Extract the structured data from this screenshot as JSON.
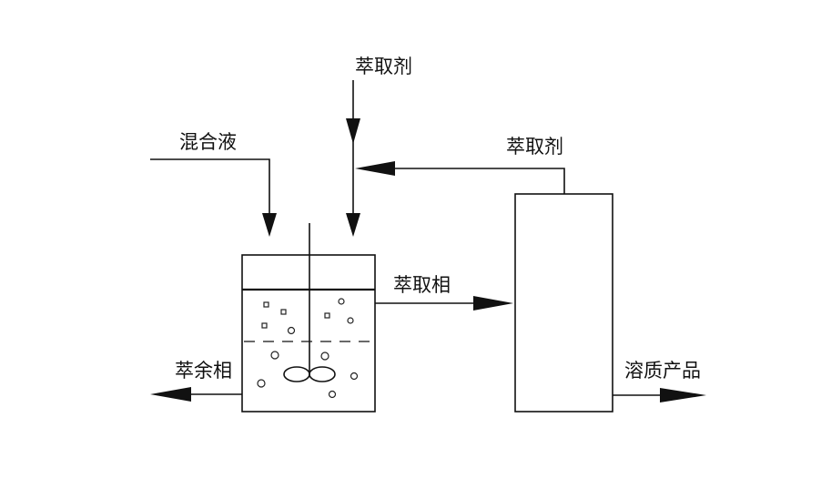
{
  "labels": {
    "mixed_liquid": "混合液",
    "extractant_top": "萃取剂",
    "extractant_recycle": "萃取剂",
    "extract_phase": "萃取相",
    "raffinate_phase": "萃余相",
    "solute_product": "溶质产品"
  }
}
